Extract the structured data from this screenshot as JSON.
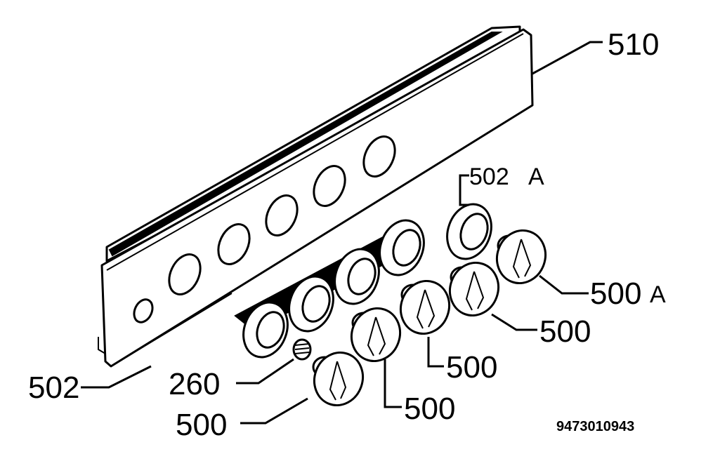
{
  "labels": {
    "part_510": "510",
    "part_502a_num": "502",
    "part_502a_suffix": "A",
    "part_500a_num": "500",
    "part_500a_suffix": "A",
    "part_500_right": "500",
    "part_500_mid": "500",
    "part_500_center": "500",
    "part_500_left": "500",
    "part_502": "502",
    "part_260": "260"
  },
  "drawing_number": "9473010943"
}
